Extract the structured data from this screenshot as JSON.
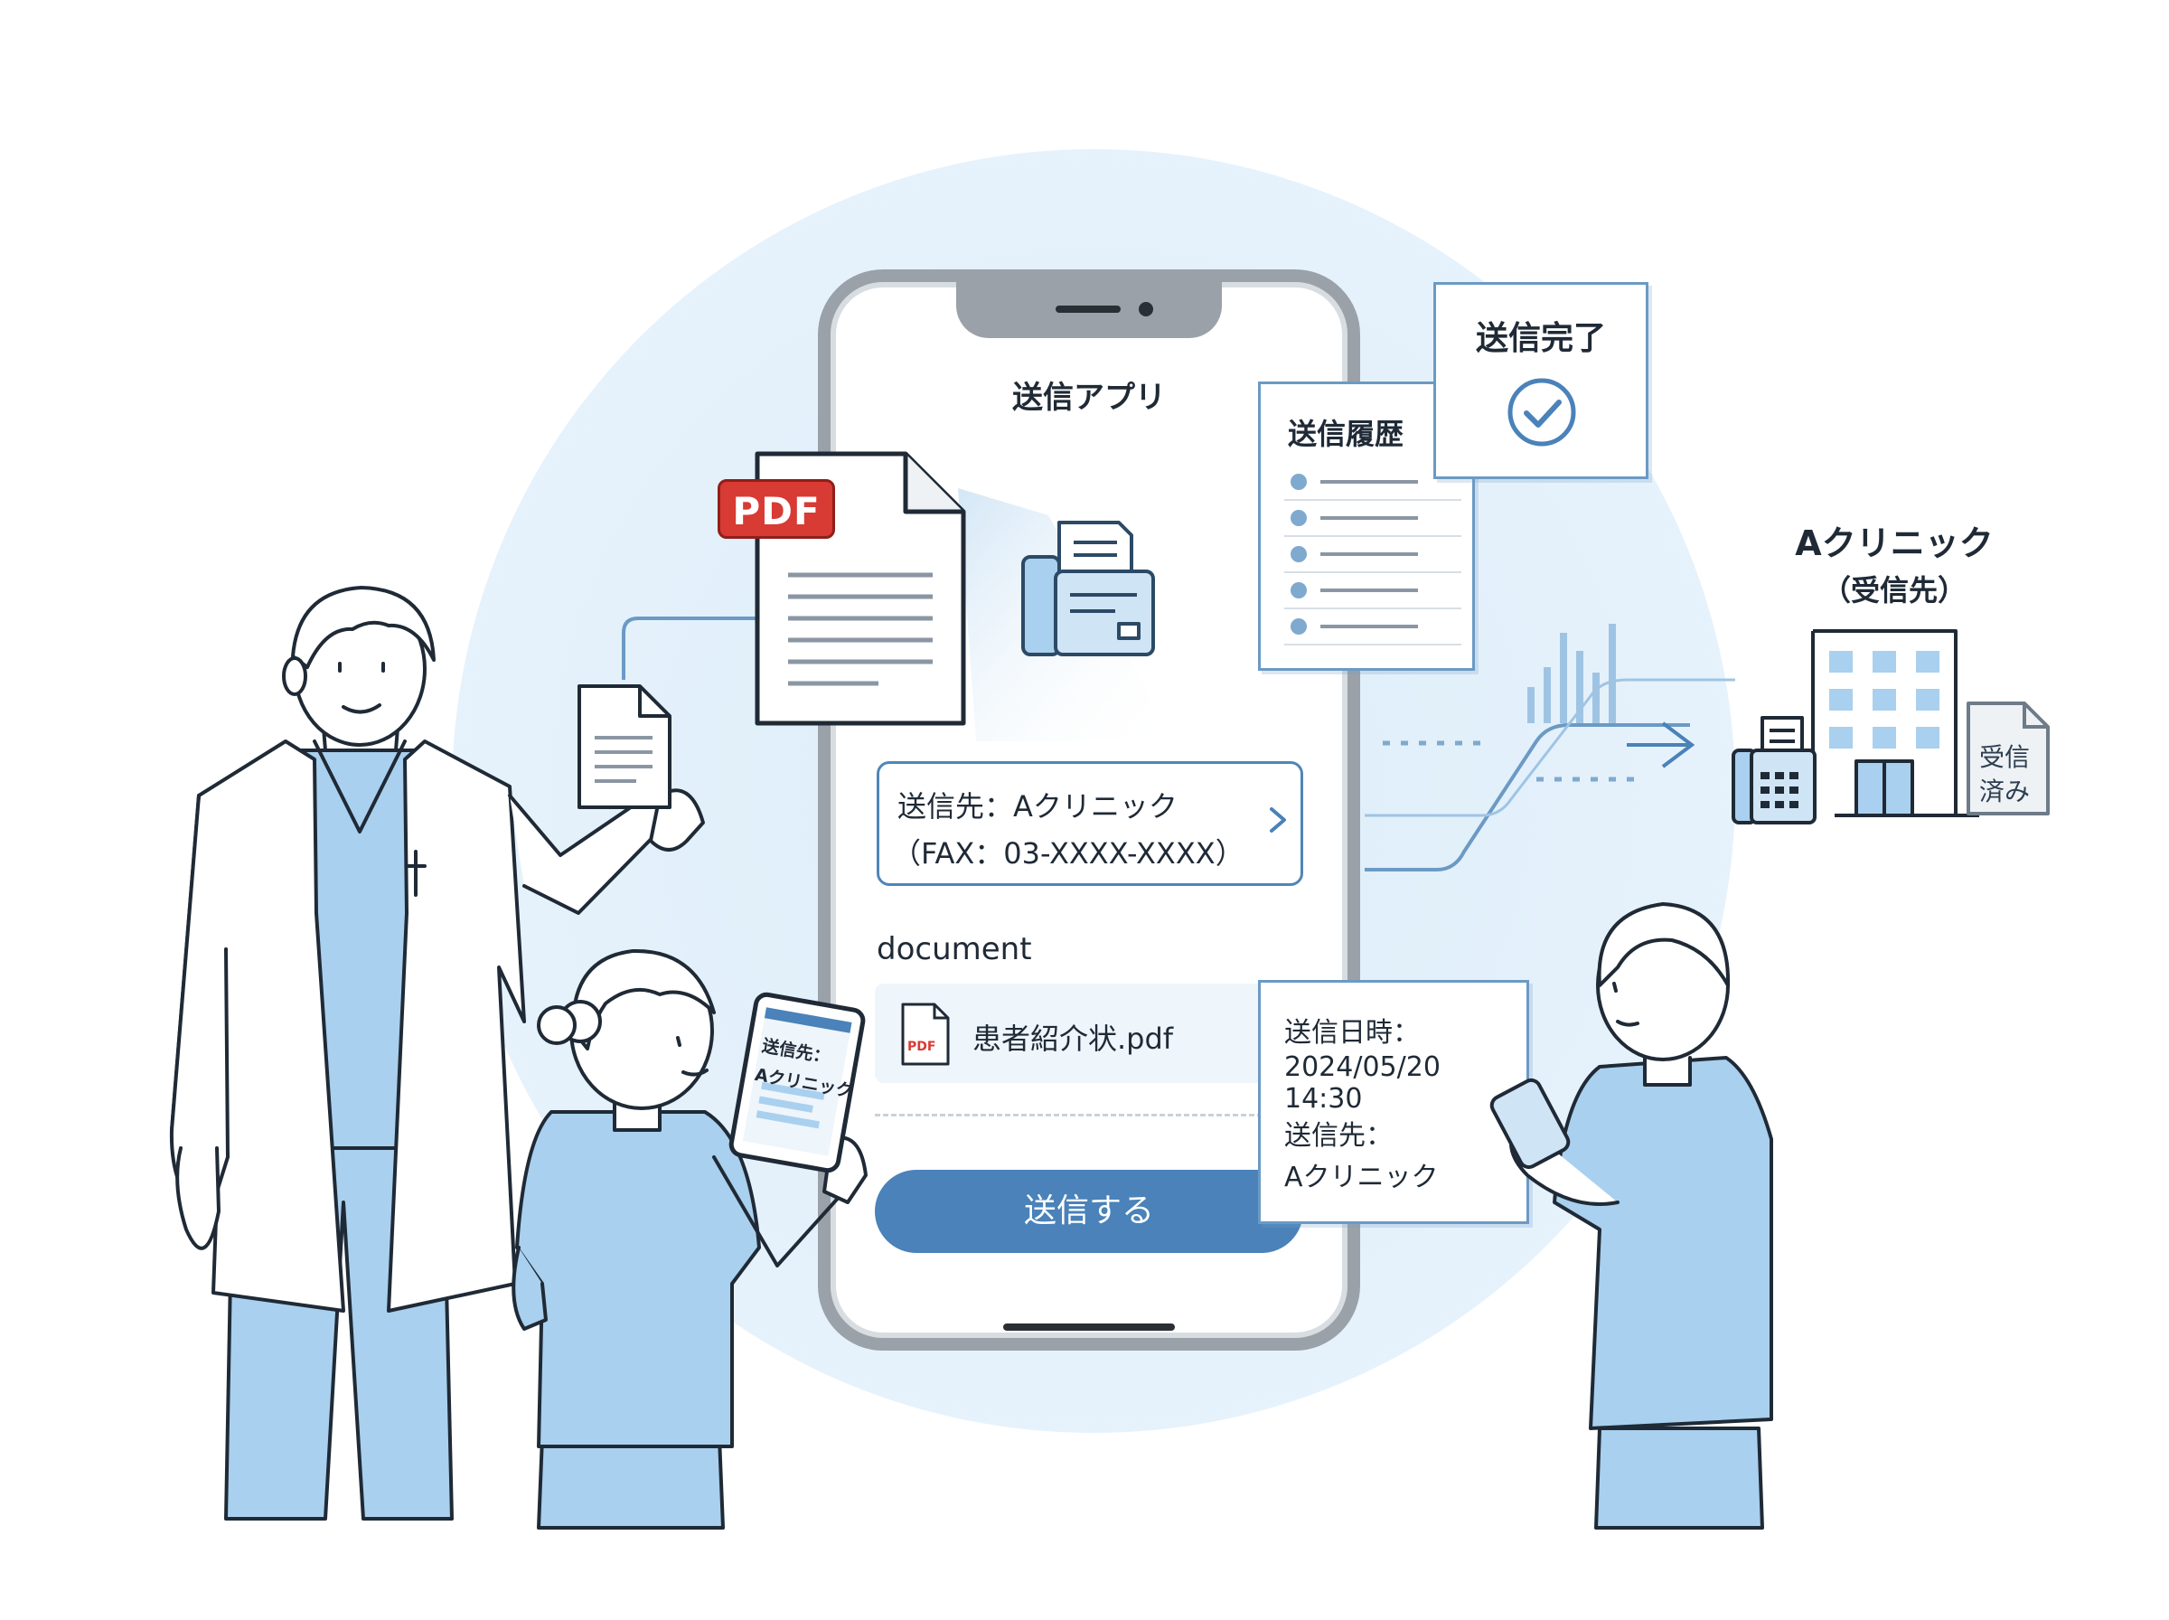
{
  "app": {
    "title": "送信アプリ",
    "recipient": {
      "label": "送信先：Aクリニック",
      "fax": "（FAX：03-XXXX-XXXX）"
    },
    "document_label": "document",
    "document_file": "患者紹介状.pdf",
    "document_file_badge": "PDF",
    "send_button_label": "送信する"
  },
  "pdf_badge": "PDF",
  "history": {
    "title": "送信履歴",
    "item_count": 5
  },
  "complete": {
    "title": "送信完了"
  },
  "log": {
    "datetime_label": "送信日時：",
    "datetime_value": "2024/05/20 14:30",
    "recipient_label": "送信先：",
    "recipient_value": "Aクリニック"
  },
  "clinic": {
    "name": "Aクリニック",
    "subtitle": "（受信先）",
    "received_line1": "受信",
    "received_line2": "済み"
  },
  "tablet": {
    "line1": "送信先：",
    "line2": "Aクリニック"
  },
  "colors": {
    "accent": "#4a82b9",
    "scrub": "#a9d0ee",
    "pdf_red": "#d83a34",
    "outline": "#1f2a36",
    "frame": "#6b9ac4"
  }
}
